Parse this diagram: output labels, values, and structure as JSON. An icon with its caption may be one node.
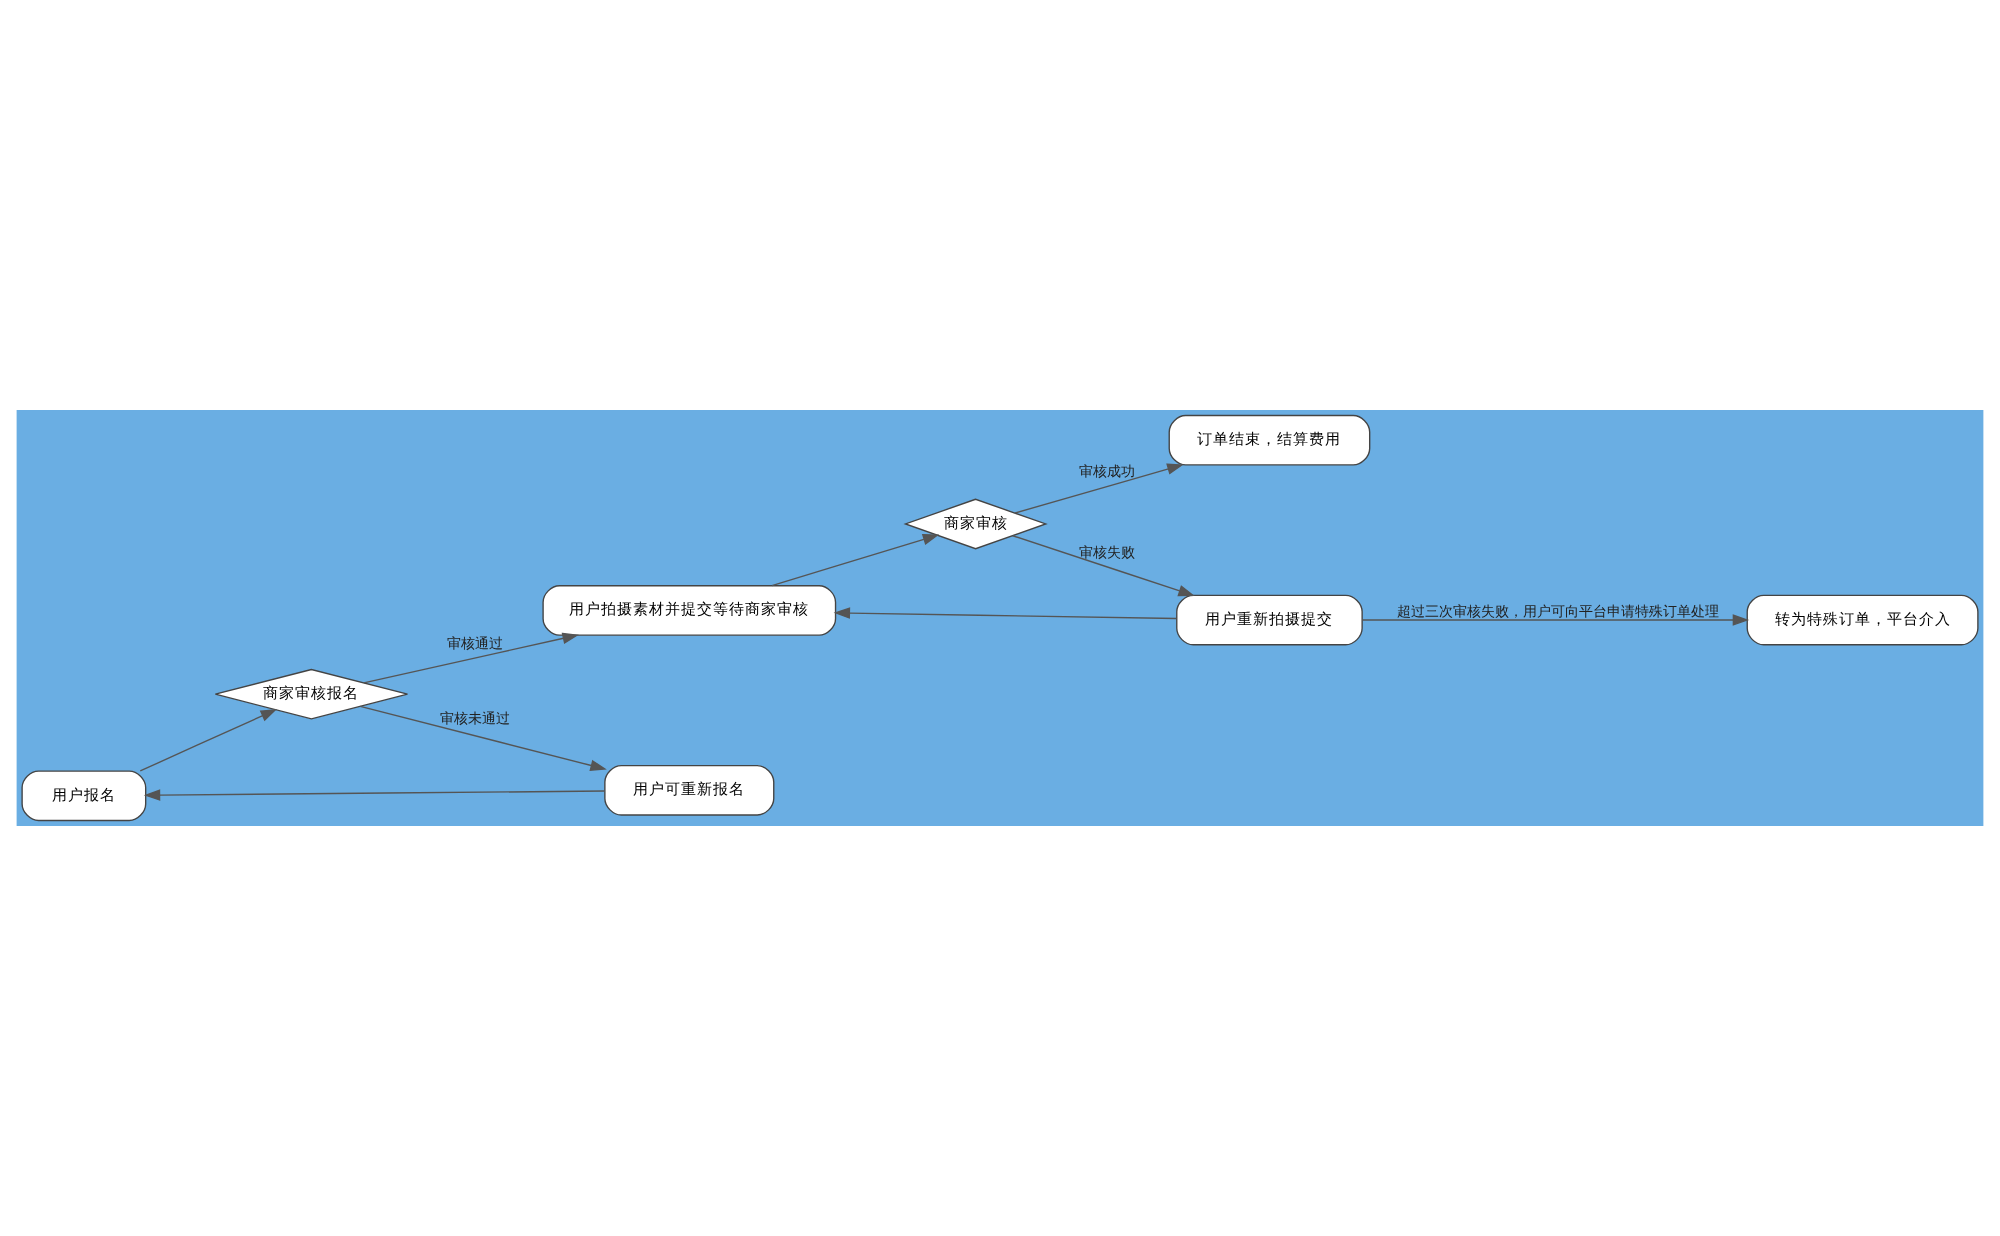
{
  "diagram": {
    "nodes": [
      {
        "text": [
          "用户报名"
        ]
      },
      {
        "text": [
          "商家审核报名"
        ]
      },
      {
        "text": [
          "用户可重新报名"
        ]
      },
      {
        "text": [
          "用户拍摄素材并提交等待商家审核"
        ]
      },
      {
        "text": [
          "商家审核"
        ]
      },
      {
        "text": [
          "用户重新拍摄提交"
        ]
      },
      {
        "text": [
          "转为特殊订单，平台介入"
        ]
      },
      {
        "text": [
          "订单结束，结算费用"
        ]
      }
    ],
    "edges": [
      {
        "from": 0,
        "to": 1,
        "arrow": "to"
      },
      {
        "from": 1,
        "to": 2,
        "arrow": "to",
        "label": "审核未通过"
      },
      {
        "from": 2,
        "to": 0,
        "arrow": "to"
      },
      {
        "from": 1,
        "to": 3,
        "arrow": "to",
        "label": "审核通过"
      },
      {
        "from": 3,
        "to": 4,
        "arrow": "to"
      },
      {
        "from": 4,
        "to": 5,
        "arrow": "to",
        "label": "审核失败"
      },
      {
        "from": 5,
        "to": 3,
        "arrow": "to"
      },
      {
        "from": 5,
        "to": 6,
        "arrow": "to",
        "label": "超过三次审核失败，用户可向平台申请特殊订单处理"
      },
      {
        "from": 4,
        "to": 7,
        "arrow": "to",
        "label": "审核成功"
      }
    ]
  }
}
